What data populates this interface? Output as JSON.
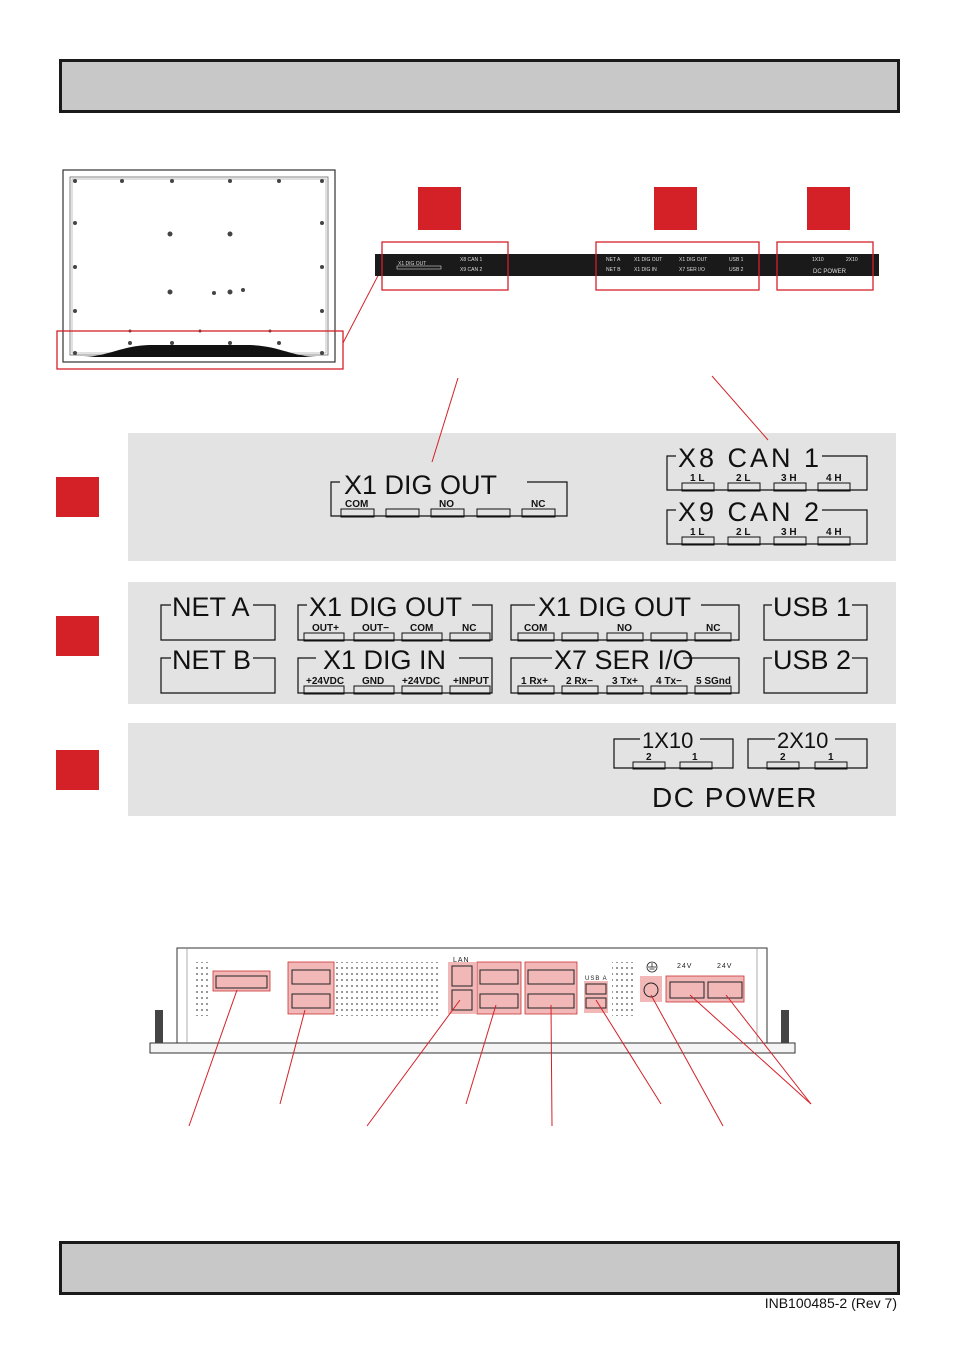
{
  "panel1": {
    "x1_title": "X1 DIG OUT",
    "x1_pins": [
      "COM",
      "NO",
      "NC"
    ],
    "can1_title": "X8 CAN 1",
    "can2_title": "X9 CAN 2",
    "can_pins": [
      "1 L",
      "2 L",
      "3 H",
      "4 H"
    ]
  },
  "panel2": {
    "net_a": "NET  A",
    "net_b": "NET  B",
    "digout_a_title": "X1 DIG OUT",
    "digout_a_pins": [
      "OUT+",
      "OUT−",
      "COM",
      "NC"
    ],
    "digin_title": "X1 DIG IN",
    "digin_pins": [
      "+24VDC",
      "GND",
      "+24VDC",
      "+INPUT"
    ],
    "digout_b_title": "X1 DIG OUT",
    "digout_b_pins": [
      "COM",
      "NO",
      "NC"
    ],
    "ser_title": "X7 SER I/O",
    "ser_pins": [
      "1 Rx+",
      "2 Rx−",
      "3 Tx+",
      "4 Tx−",
      "5 SGnd"
    ],
    "usb1": "USB  1",
    "usb2": "USB  2"
  },
  "panel3": {
    "p1_title": "1X10",
    "p2_title": "2X10",
    "pins": [
      "2",
      "1"
    ],
    "dc_power": "DC  POWER"
  },
  "thumb": {
    "left": [
      "X1 DIG OUT",
      "X8 CAN 1",
      "X9 CAN 2"
    ],
    "mid": [
      "NET  A",
      "NET  B",
      "X1 DIG OUT",
      "X1 DIG IN",
      "X1 DIG OUT",
      "X7 SER I/O",
      "USB 1",
      "USB 2"
    ],
    "right": [
      "1X10",
      "2X10",
      "DC  POWER"
    ]
  },
  "bottom": {
    "lan": "LAN",
    "usb_a": "USB A",
    "v1": "24V",
    "v2": "24V"
  },
  "doc_id": "INB100485-2 (Rev 7)",
  "colors": {
    "accent": "#d42128",
    "bar": "#c8c8c8",
    "panel": "#e3e3e3"
  }
}
